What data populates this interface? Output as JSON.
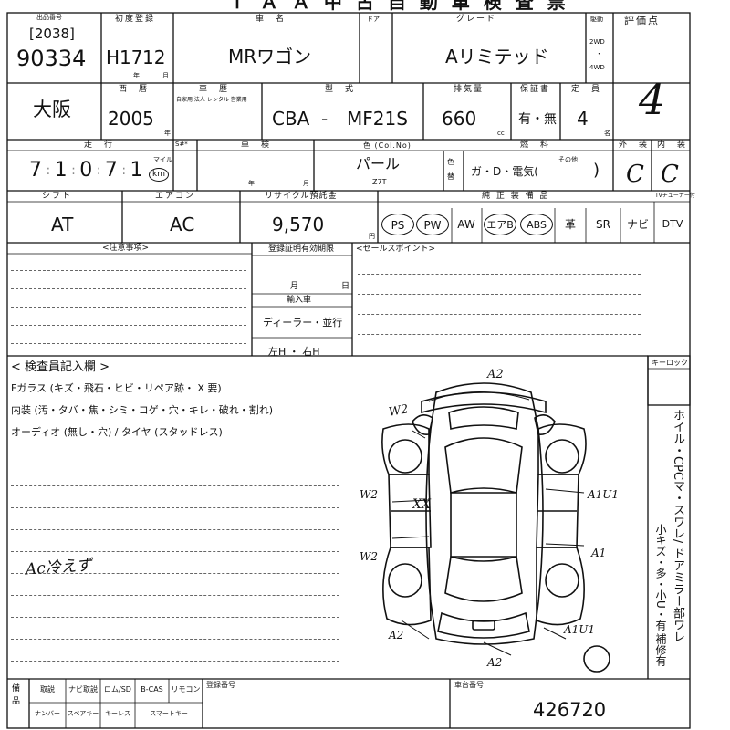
{
  "header": {
    "title": "Ｔ Ａ Ａ 中 古 自 動 車 検 査 票",
    "lot_label": "出品番号",
    "sub_code": "[2038]",
    "lot_number": "90334",
    "first_reg_label": "初度登録",
    "first_reg": "H17",
    "first_reg_month": "12",
    "year_unit": "年",
    "month_unit": "月",
    "name_label": "車　名",
    "car_name": "MRワゴン",
    "door_label": "ドア",
    "grade_label": "グレード",
    "grade": "Aリミテッド",
    "drive_label": "駆動",
    "drive_2wd": "2WD",
    "drive_dot": "・",
    "drive_4wd": "4WD",
    "score_label": "評価点",
    "score": "4"
  },
  "row2": {
    "area": "大阪",
    "model_year_label": "西　暦",
    "model_year": "2005",
    "usage_label": "車　歴",
    "usage_options": "自家用 法人 レンタル 営業用",
    "type_label": "型　式",
    "type_prefix": "CBA",
    "type_dash": "-",
    "type_code": "MF21S",
    "displacement_label": "排気量",
    "displacement": "660",
    "cc_unit": "cc",
    "warranty_label": "保証書",
    "warranty": "有・無",
    "capacity_label": "定　員",
    "capacity": "4",
    "capacity_unit": "名"
  },
  "row3": {
    "mileage_label": "走　行",
    "mileage_digits": [
      "7",
      "1",
      "0",
      "7",
      "1"
    ],
    "unit_mile": "マイル",
    "unit_km": "km",
    "sharp_label": "S#*",
    "inspection_label": "車　検",
    "color_label": "色 (Col.No)",
    "color": "パール",
    "color_code": "Z7T",
    "recolor_label": "色替",
    "fuel_label": "燃　料",
    "fuel": "ガ・D・電気(　",
    "fuel_other": "その他",
    "fuel_close": ")",
    "exterior_label": "外　装",
    "exterior": "C",
    "interior_label": "内　装",
    "interior": "C"
  },
  "row4": {
    "shift_label": "シフト",
    "shift": "AT",
    "aircon_label": "エアコン",
    "aircon": "AC",
    "recycle_label": "リサイクル預託金",
    "recycle_fee": "9,570",
    "yen_unit": "円",
    "equipment_label": "純 正 装 備 品",
    "equipment": [
      "PS",
      "PW",
      "AW",
      "エアB",
      "ABS",
      "革",
      "SR",
      "ナビ",
      "DTV"
    ],
    "equipment_circled": [
      "PS",
      "PW",
      "エアB",
      "ABS"
    ],
    "tv_tuner_label": "TVチューナー付"
  },
  "notes": {
    "caution_label": "<注意事項>",
    "expiry_label": "登録証明有効期限",
    "month_label": "月",
    "day_label": "日",
    "import_label": "輸入車",
    "import_value": "ディーラー・並行",
    "handle_value": "左H ・ 右H",
    "sales_label": "<セールスポイント>"
  },
  "inspector": {
    "heading": "< 検査員記入欄 >",
    "line1": "Fガラス (キズ・飛石・ヒビ・リペア跡・ X 要)",
    "line2": "内装 (汚・タバ・焦・シミ・コゲ・穴・キレ・破れ・割れ)",
    "line3": "オーディオ (無し・穴) / タイヤ (スタッドレス)",
    "handwritten_note": "Ac冷えず",
    "keylock_label": "キーロック",
    "vertical_note_1": "ホイル・CPCマ・スワレ/",
    "vertical_note_2": "ドアミラー部ワレ",
    "vertical_note_3": "小キズ・多・小U・有",
    "vertical_note_4": "補修有"
  },
  "diagram": {
    "marks": {
      "a2_top": "A2",
      "w2_a": "W2",
      "w2_b": "W2",
      "w2_c": "W2",
      "xx": "XX",
      "a1u1_a": "A1U1",
      "a1": "A1",
      "a1u1_b": "A1U1",
      "a2_left": "A2",
      "a2_bottom": "A2"
    }
  },
  "footer": {
    "accessories": [
      "取説",
      "ナビ取説",
      "ロム/SD",
      "B-CAS",
      "リモコン"
    ],
    "accessories2": [
      "ナンバー",
      "スペアキー",
      "キーレス",
      "スマートキー"
    ],
    "accessories_label": "備品",
    "reg_number_label": "登録番号",
    "chassis_label": "車台番号",
    "chassis_number": "426720"
  }
}
